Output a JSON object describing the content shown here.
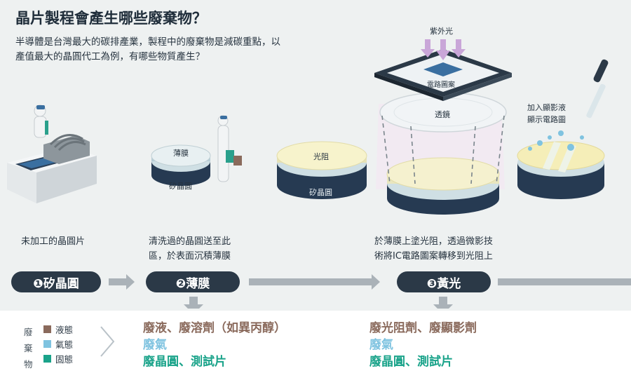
{
  "header": {
    "title": "晶片製程會產生哪些廢棄物？",
    "intro_line1": "半導體是台灣最大的碳排產業，製程中的廢棄物是減碳重點，以",
    "intro_line2": "產值最大的晶圓代工為例，有哪些物質產生？"
  },
  "labels": {
    "film": "薄膜",
    "silicon_wafer": "矽晶圓",
    "photoresist": "光阻",
    "silicon_wafer_2": "矽晶圓",
    "uv": "紫外光",
    "circuit_pattern": "電路圖案",
    "lens": "透鏡",
    "developer_line1": "加入顯影液",
    "developer_line2": "顯示電路圖"
  },
  "descriptions": {
    "step1": "未加工的晶圓片",
    "step2_line1": "清洗過的晶圓送至此",
    "step2_line2": "區，於表面沉積薄膜",
    "step3_line1": "於薄膜上塗光阻，透過微影技",
    "step3_line2": "術將IC電路圖案轉移到光阻上"
  },
  "steps": [
    {
      "label": "❶矽晶圓"
    },
    {
      "label": "❷薄膜"
    },
    {
      "label": "❸黃光"
    }
  ],
  "legend": {
    "word": "廢棄物",
    "items": [
      {
        "label": "液態",
        "color": "#8a6a5c"
      },
      {
        "label": "氣態",
        "color": "#7fc3e0"
      },
      {
        "label": "固態",
        "color": "#1aa38a"
      }
    ]
  },
  "waste": {
    "step2": {
      "liquid": "廢液、廢溶劑（如異丙醇）",
      "gas": "廢氣",
      "solid": "廢晶圓、測試片"
    },
    "step3": {
      "liquid": "廢光阻劑、廢顯影劑",
      "gas": "廢氣",
      "solid": "廢晶圓、測試片"
    }
  },
  "colors": {
    "dark": "#2b3947",
    "bar": "#aab2b8",
    "liquid": "#8a6a5c",
    "gas": "#7fc3e0",
    "solid": "#1aa38a"
  }
}
